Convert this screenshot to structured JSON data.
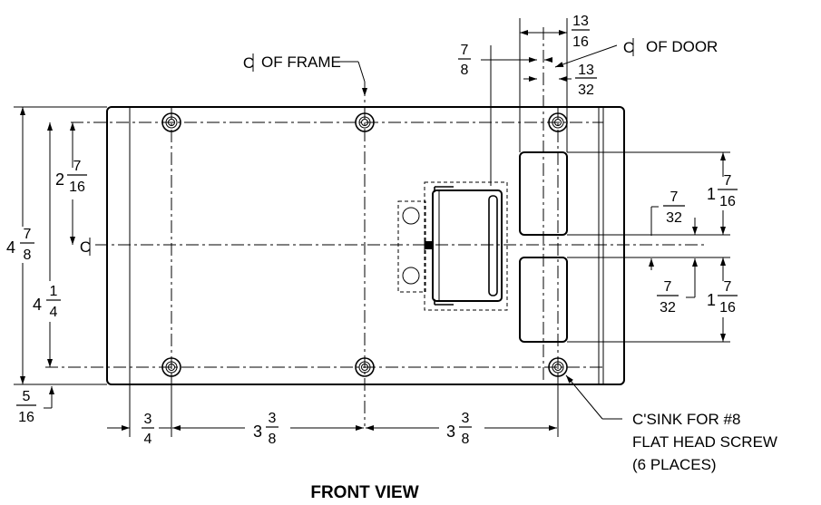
{
  "labels": {
    "cl_frame": "OF FRAME",
    "cl_door": "OF DOOR",
    "cl_mark": "C",
    "csink_1": "C'SINK FOR #8",
    "csink_2": "FLAT HEAD SCREW",
    "csink_3": "(6 PLACES)",
    "view_title": "FRONT VIEW"
  },
  "dims": {
    "top_13_16": {
      "num": "13",
      "den": "16"
    },
    "top_7_8": {
      "num": "7",
      "den": "8"
    },
    "top_13_32": {
      "num": "13",
      "den": "32"
    },
    "left_2_7_16": {
      "whole": "2",
      "num": "7",
      "den": "16"
    },
    "left_4_7_8": {
      "whole": "4",
      "num": "7",
      "den": "8"
    },
    "left_4_1_4": {
      "whole": "4",
      "num": "1",
      "den": "4"
    },
    "bot_5_16": {
      "num": "5",
      "den": "16"
    },
    "bot_3_4": {
      "num": "3",
      "den": "4"
    },
    "bot_3_3_8_a": {
      "whole": "3",
      "num": "3",
      "den": "8"
    },
    "bot_3_3_8_b": {
      "whole": "3",
      "num": "3",
      "den": "8"
    },
    "right_1_7_16_a": {
      "whole": "1",
      "num": "7",
      "den": "16"
    },
    "right_7_32_a": {
      "num": "7",
      "den": "32"
    },
    "right_7_32_b": {
      "num": "7",
      "den": "32"
    },
    "right_1_7_16_b": {
      "whole": "1",
      "num": "7",
      "den": "16"
    }
  }
}
